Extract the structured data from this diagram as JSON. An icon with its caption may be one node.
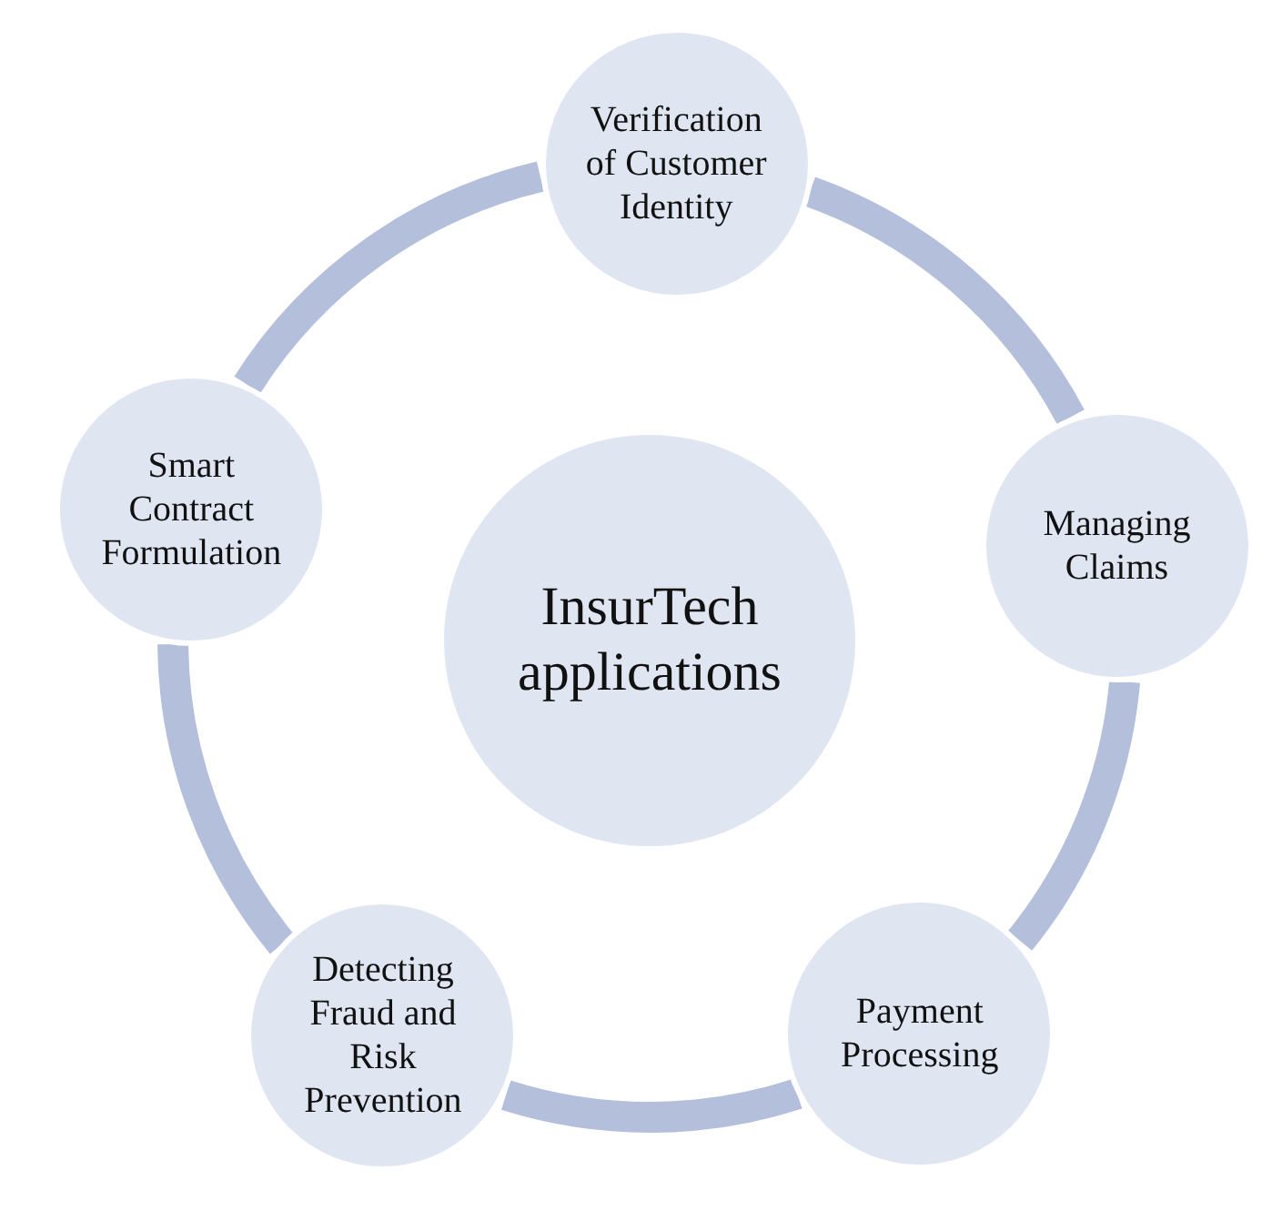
{
  "diagram": {
    "nodes": [
      {
        "text": [
          "Verification of Customer Identity"
        ]
      },
      {
        "text": [
          "Smart Contract Formulation"
        ]
      },
      {
        "text": [
          "Managing Claims"
        ]
      },
      {
        "text": [
          "InsurTech applications"
        ]
      },
      {
        "text": [
          "Detecting Fraud and Risk Prevention"
        ]
      },
      {
        "text": [
          "Payment Processing"
        ]
      }
    ],
    "edges": [
      {
        "from": 0,
        "to": 2,
        "arrow": "none"
      },
      {
        "from": 2,
        "to": 5,
        "arrow": "none"
      },
      {
        "from": 5,
        "to": 4,
        "arrow": "none"
      },
      {
        "from": 4,
        "to": 1,
        "arrow": "none"
      },
      {
        "from": 1,
        "to": 0,
        "arrow": "none"
      }
    ]
  }
}
